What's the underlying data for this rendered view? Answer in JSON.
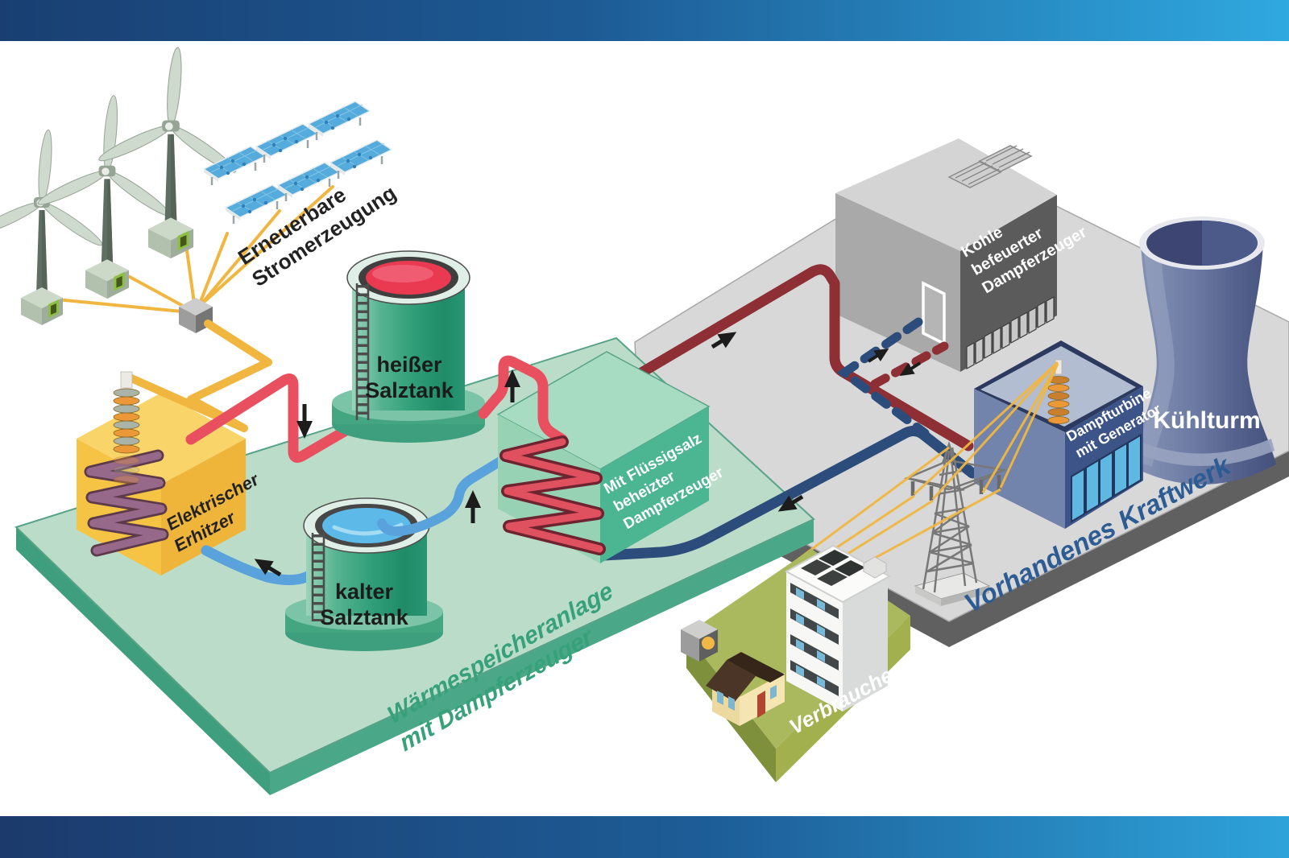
{
  "diagram": {
    "renewables": {
      "line1": "Erneuerbare",
      "line2": "Stromerzeugung"
    },
    "electric_heater": {
      "line1": "Elektrischer",
      "line2": "Erhitzer"
    },
    "hot_salt_tank": {
      "line1": "heißer",
      "line2": "Salztank"
    },
    "cold_salt_tank": {
      "line1": "kalter",
      "line2": "Salztank"
    },
    "salt_steam_generator": {
      "line1": "Mit Flüssigsalz",
      "line2": "beheizter",
      "line3": "Dampferzeuger"
    },
    "storage_plant": {
      "line1": "Wärmespeicheranlage",
      "line2": "mit Dampferzeuger"
    },
    "coal_steam_generator": {
      "line1": "Kohle",
      "line2": "befeuerter",
      "line3": "Dampferzeuger"
    },
    "steam_turbine": {
      "line1": "Dampfturbine",
      "line2": "mit Generator"
    },
    "cooling_tower": {
      "label": "Kühlturm"
    },
    "existing_plant": {
      "label": "Vorhandenes Kraftwerk"
    },
    "consumers": {
      "label": "Verbraucher"
    }
  },
  "colors": {
    "hot_salt_pipe": "#e8505f",
    "cold_salt_pipe": "#5aa2dc",
    "steam_pipe": "#8e2f35",
    "feedwater_pipe": "#2c4c7c",
    "electricity_wire": "#f1b640",
    "storage_platform": "#bcdcca",
    "plant_platform": "#d8d8d8",
    "consumer_platform": "#aab95e",
    "banner_dark": "#193f72",
    "banner_light": "#2fa9e0"
  }
}
